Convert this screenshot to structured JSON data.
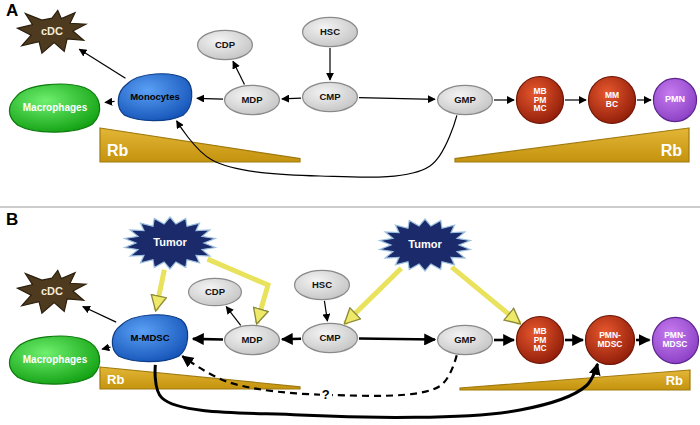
{
  "diagram": {
    "nodes": [
      {
        "text": [
          "cDC"
        ]
      },
      {
        "text": [
          "CDP"
        ]
      },
      {
        "text": [
          "HSC"
        ]
      },
      {
        "text": [
          "Monocytes"
        ]
      },
      {
        "text": [
          "Macrophages"
        ]
      },
      {
        "text": [
          "MDP"
        ]
      },
      {
        "text": [
          "CMP"
        ]
      },
      {
        "text": [
          "GMP"
        ]
      },
      {
        "text": [
          "MB PM MC"
        ]
      },
      {
        "text": [
          "MM BC"
        ]
      },
      {
        "text": [
          "PMN"
        ]
      },
      {
        "text": [
          "Rb"
        ]
      },
      {
        "text": [
          "Rb"
        ]
      },
      {
        "text": [
          "Tumor"
        ]
      },
      {
        "text": [
          "cDC"
        ]
      },
      {
        "text": [
          "CDP"
        ]
      },
      {
        "text": [
          "HSC"
        ]
      },
      {
        "text": [
          "Tumor"
        ]
      },
      {
        "text": [
          "M-MDSC"
        ]
      },
      {
        "text": [
          "Macrophages"
        ]
      },
      {
        "text": [
          "MDP"
        ]
      },
      {
        "text": [
          "CMP"
        ]
      },
      {
        "text": [
          "GMP"
        ]
      },
      {
        "text": [
          "MB PM MC"
        ]
      },
      {
        "text": [
          "PMN-MDSC"
        ]
      },
      {
        "text": [
          "PMN-MDSC"
        ]
      },
      {
        "text": [
          "Rb"
        ]
      },
      {
        "text": [
          "Rb"
        ]
      }
    ],
    "edges": [
      {
        "from": 2,
        "to": 6,
        "arrow": "to"
      },
      {
        "from": 6,
        "to": 5,
        "arrow": "to"
      },
      {
        "from": 6,
        "to": 7,
        "arrow": "to"
      },
      {
        "from": 5,
        "to": 1,
        "arrow": "to"
      },
      {
        "from": 5,
        "to": 3,
        "arrow": "to"
      },
      {
        "from": 3,
        "to": 0,
        "arrow": "to"
      },
      {
        "from": 3,
        "to": 4,
        "arrow": "to"
      },
      {
        "from": 7,
        "to": 8,
        "arrow": "to"
      },
      {
        "from": 8,
        "to": 9,
        "arrow": "to"
      },
      {
        "from": 9,
        "to": 10,
        "arrow": "to"
      },
      {
        "from": 7,
        "to": 3,
        "arrow": "to"
      },
      {
        "from": 16,
        "to": 21,
        "arrow": "to"
      },
      {
        "from": 21,
        "to": 20,
        "arrow": "to"
      },
      {
        "from": 21,
        "to": 22,
        "arrow": "to"
      },
      {
        "from": 20,
        "to": 15,
        "arrow": "to"
      },
      {
        "from": 20,
        "to": 18,
        "arrow": "to"
      },
      {
        "from": 18,
        "to": 14,
        "arrow": "to"
      },
      {
        "from": 18,
        "to": 19,
        "arrow": "to"
      },
      {
        "from": 22,
        "to": 23,
        "arrow": "to"
      },
      {
        "from": 23,
        "to": 24,
        "arrow": "to"
      },
      {
        "from": 24,
        "to": 25,
        "arrow": "to"
      },
      {
        "from": 22,
        "to": 18,
        "label": "?",
        "arrow": "to"
      },
      {
        "from": 18,
        "to": 24,
        "arrow": "to"
      },
      {
        "from": 13,
        "to": 18,
        "arrow": "to"
      },
      {
        "from": 13,
        "to": 20,
        "arrow": "to"
      },
      {
        "from": 17,
        "to": 21,
        "arrow": "to"
      },
      {
        "from": 17,
        "to": 23,
        "arrow": "to"
      }
    ],
    "labels": [
      "A",
      "B"
    ]
  }
}
